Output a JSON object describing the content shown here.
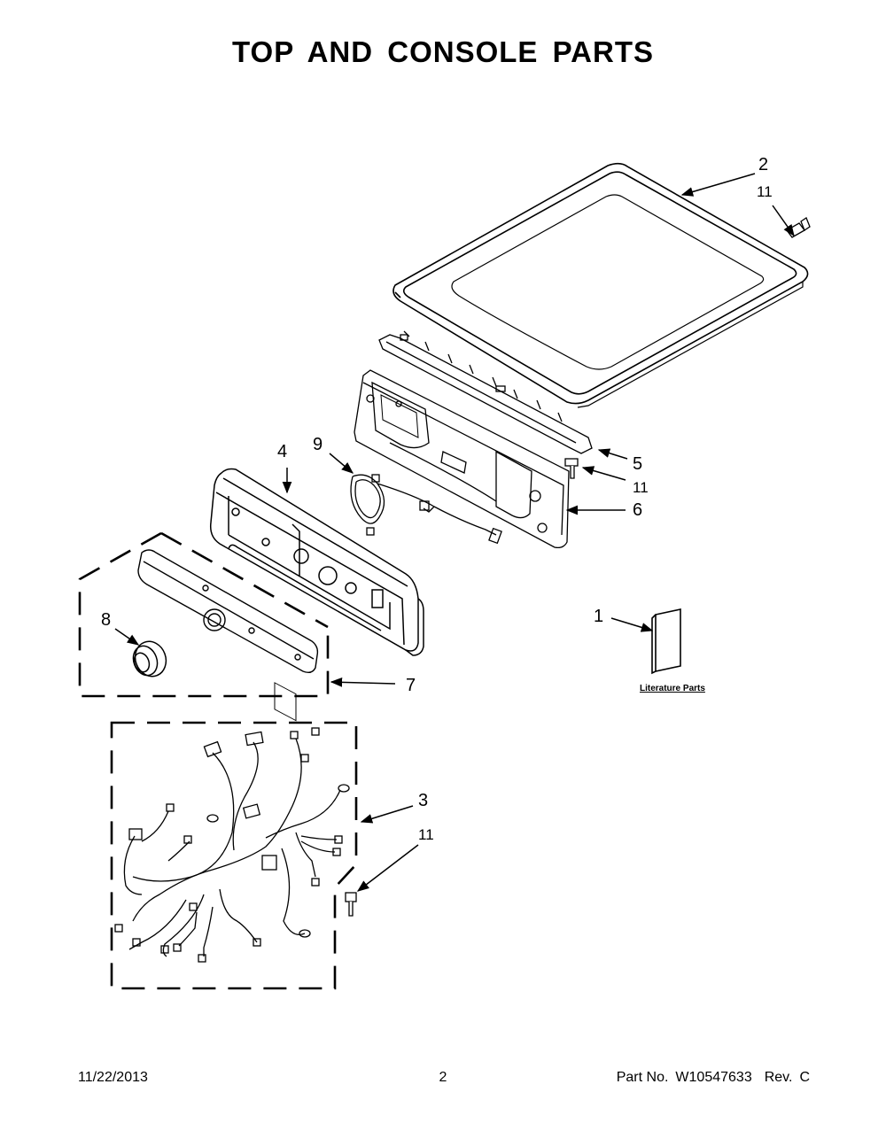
{
  "title": "TOP AND CONSOLE PARTS",
  "callouts": {
    "c1": "1",
    "c2": "2",
    "c3": "3",
    "c4": "4",
    "c5": "5",
    "c6": "6",
    "c7": "7",
    "c8": "8",
    "c9": "9",
    "c11a": "11",
    "c11b": "11",
    "c11c": "11"
  },
  "literature_label": "Literature Parts",
  "footer": {
    "date": "11/22/2013",
    "page": "2",
    "part_label": "Part No.",
    "part_number": "W10547633",
    "rev_label": "Rev.",
    "rev": "C"
  }
}
